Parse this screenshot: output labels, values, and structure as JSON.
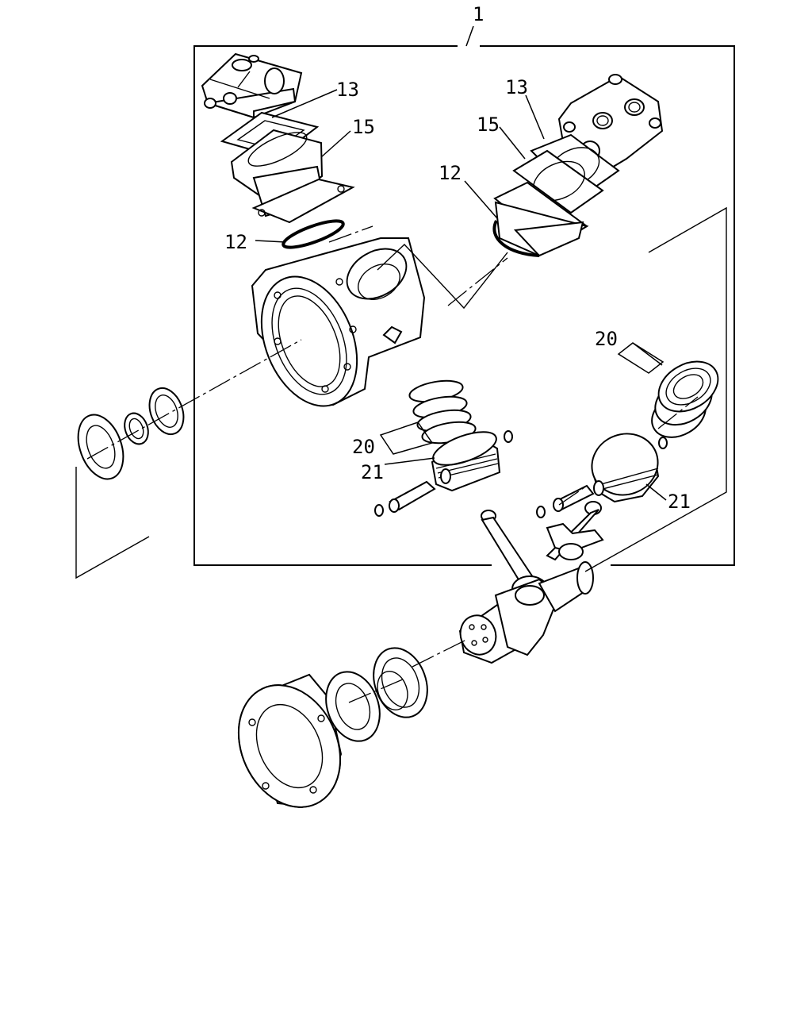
{
  "diagram": {
    "callouts": [
      {
        "id": "c1",
        "text": "1"
      },
      {
        "id": "c13a",
        "text": "13"
      },
      {
        "id": "c15a",
        "text": "15"
      },
      {
        "id": "c12a",
        "text": "12"
      },
      {
        "id": "c13b",
        "text": "13"
      },
      {
        "id": "c15b",
        "text": "15"
      },
      {
        "id": "c12b",
        "text": "12"
      },
      {
        "id": "c20a",
        "text": "20"
      },
      {
        "id": "c20b",
        "text": "20"
      },
      {
        "id": "c21a",
        "text": "21"
      },
      {
        "id": "c21b",
        "text": "21"
      }
    ]
  }
}
